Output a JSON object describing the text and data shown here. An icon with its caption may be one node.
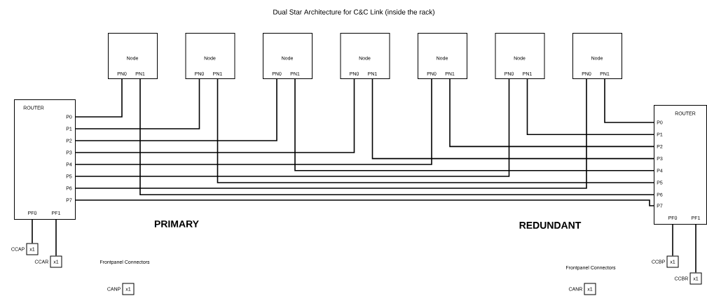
{
  "diagram": {
    "title": "Dual Star Architecture for C&C Link (inside the rack)",
    "nodes": [
      {
        "text": [
          "ROUTER"
        ]
      },
      {
        "text": [
          "P0"
        ],
        "in": 0
      },
      {
        "text": [
          "P1"
        ],
        "in": 0
      },
      {
        "text": [
          "P2"
        ],
        "in": 0
      },
      {
        "text": [
          "P3"
        ],
        "in": 0
      },
      {
        "text": [
          "P4"
        ],
        "in": 0
      },
      {
        "text": [
          "P5"
        ],
        "in": 0
      },
      {
        "text": [
          "P6"
        ],
        "in": 0
      },
      {
        "text": [
          "P7"
        ],
        "in": 0
      },
      {
        "text": [
          "PF0"
        ],
        "in": 0
      },
      {
        "text": [
          "PF1"
        ],
        "in": 0
      },
      {
        "text": [
          "Node"
        ]
      },
      {
        "text": [
          "PN0"
        ],
        "in": 11
      },
      {
        "text": [
          "PN1"
        ],
        "in": 11
      },
      {
        "text": [
          "Node"
        ]
      },
      {
        "text": [
          "PN0"
        ],
        "in": 14
      },
      {
        "text": [
          "PN1"
        ],
        "in": 14
      },
      {
        "text": [
          "Node"
        ]
      },
      {
        "text": [
          "PN0"
        ],
        "in": 17
      },
      {
        "text": [
          "PN1"
        ],
        "in": 17
      },
      {
        "text": [
          "Node"
        ]
      },
      {
        "text": [
          "PN0"
        ],
        "in": 20
      },
      {
        "text": [
          "PN1"
        ],
        "in": 20
      },
      {
        "text": [
          "Node"
        ]
      },
      {
        "text": [
          "PN0"
        ],
        "in": 23
      },
      {
        "text": [
          "PN1"
        ],
        "in": 23
      },
      {
        "text": [
          "Node"
        ]
      },
      {
        "text": [
          "PN0"
        ],
        "in": 26
      },
      {
        "text": [
          "PN1"
        ],
        "in": 26
      },
      {
        "text": [
          "Node"
        ]
      },
      {
        "text": [
          "PN0"
        ],
        "in": 29
      },
      {
        "text": [
          "PN1"
        ],
        "in": 29
      },
      {
        "text": [
          "ROUTER"
        ]
      },
      {
        "text": [
          "P0"
        ],
        "in": 32
      },
      {
        "text": [
          "P1"
        ],
        "in": 32
      },
      {
        "text": [
          "P2"
        ],
        "in": 32
      },
      {
        "text": [
          "P3"
        ],
        "in": 32
      },
      {
        "text": [
          "P4"
        ],
        "in": 32
      },
      {
        "text": [
          "P5"
        ],
        "in": 32
      },
      {
        "text": [
          "P6"
        ],
        "in": 32
      },
      {
        "text": [
          "P7"
        ],
        "in": 32
      },
      {
        "text": [
          "PF0"
        ],
        "in": 32
      },
      {
        "text": [
          "PF1"
        ],
        "in": 32
      },
      {
        "text": [
          "x1"
        ],
        "beside": [
          "CCAP"
        ]
      },
      {
        "text": [
          "x1"
        ],
        "beside": [
          "CCAR"
        ]
      },
      {
        "text": [
          "x1"
        ],
        "beside": [
          "CANP"
        ]
      },
      {
        "text": [
          "x1"
        ],
        "beside": [
          "CCBP"
        ]
      },
      {
        "text": [
          "x1"
        ],
        "beside": [
          "CCBR"
        ]
      },
      {
        "text": [
          "x1"
        ],
        "beside": [
          "CANR"
        ]
      }
    ],
    "edges": [
      {
        "from": 12,
        "to": 1,
        "arrow": "none"
      },
      {
        "from": 15,
        "to": 2,
        "arrow": "none"
      },
      {
        "from": 18,
        "to": 3,
        "arrow": "none"
      },
      {
        "from": 21,
        "to": 4,
        "arrow": "none"
      },
      {
        "from": 24,
        "to": 5,
        "arrow": "none"
      },
      {
        "from": 27,
        "to": 6,
        "arrow": "none"
      },
      {
        "from": 30,
        "to": 7,
        "arrow": "none"
      },
      {
        "from": 13,
        "to": 39,
        "arrow": "none"
      },
      {
        "from": 16,
        "to": 38,
        "arrow": "none"
      },
      {
        "from": 19,
        "to": 37,
        "arrow": "none"
      },
      {
        "from": 22,
        "to": 36,
        "arrow": "none"
      },
      {
        "from": 25,
        "to": 35,
        "arrow": "none"
      },
      {
        "from": 28,
        "to": 34,
        "arrow": "none"
      },
      {
        "from": 31,
        "to": 33,
        "arrow": "none"
      },
      {
        "from": 8,
        "to": 40,
        "arrow": "none"
      },
      {
        "from": 9,
        "to": 43,
        "arrow": "none"
      },
      {
        "from": 10,
        "to": 44,
        "arrow": "none"
      },
      {
        "from": 41,
        "to": 46,
        "arrow": "none"
      },
      {
        "from": 42,
        "to": 47,
        "arrow": "none"
      }
    ],
    "labels": [
      "PRIMARY",
      "REDUNDANT",
      "Frontpanel Connectors",
      "Frontpanel Connectors"
    ]
  }
}
